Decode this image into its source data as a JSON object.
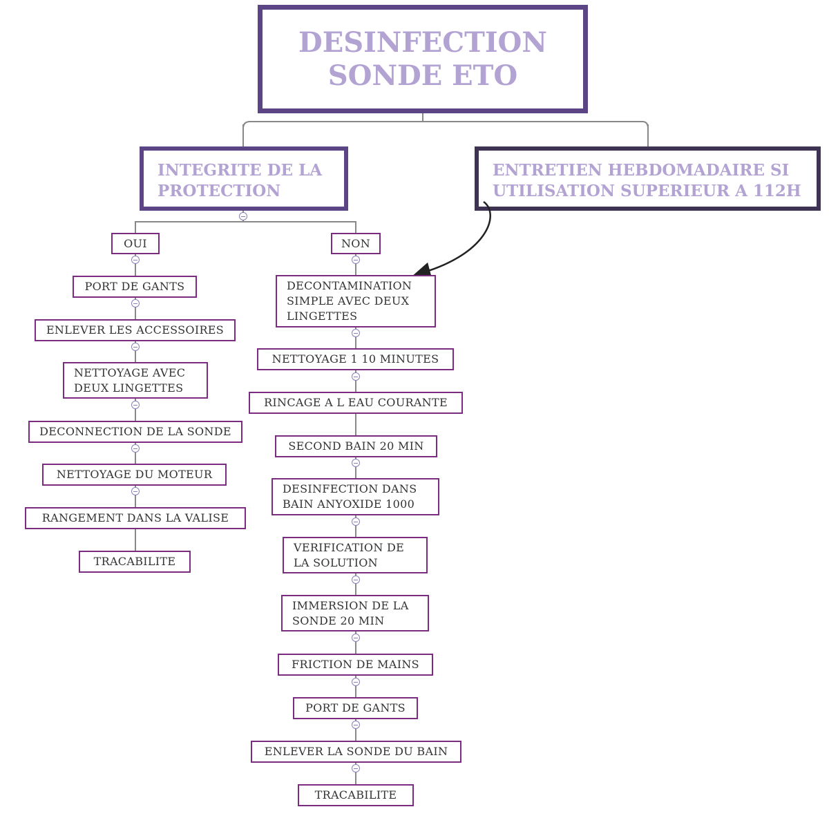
{
  "title": "DESINFECTION\nSONDE  ETO",
  "branches": {
    "left": "INTEGRITE DE LA\nPROTECTION",
    "right": "ENTRETIEN HEBDOMADAIRE SI\nUTILISATION SUPERIEUR A 112H"
  },
  "oui": {
    "label": "OUI",
    "steps": [
      "PORT DE GANTS",
      "ENLEVER LES ACCESSOIRES",
      "NETTOYAGE AVEC\nDEUX LINGETTES",
      "DECONNECTION DE LA SONDE",
      "NETTOYAGE DU MOTEUR",
      "RANGEMENT DANS LA VALISE",
      "TRACABILITE"
    ]
  },
  "non": {
    "label": "NON",
    "steps": [
      "DECONTAMINATION\nSIMPLE AVEC DEUX\nLINGETTES",
      "NETTOYAGE 1 10 MINUTES",
      "RINCAGE A L EAU COURANTE",
      "SECOND BAIN 20 MIN",
      "DESINFECTION DANS\nBAIN ANYOXIDE 1000",
      "VERIFICATION DE\nLA SOLUTION",
      "IMMERSION DE LA\nSONDE 20 MIN",
      "FRICTION DE MAINS",
      "PORT DE GANTS",
      "ENLEVER LA SONDE DU BAIN",
      "TRACABILITE"
    ]
  }
}
